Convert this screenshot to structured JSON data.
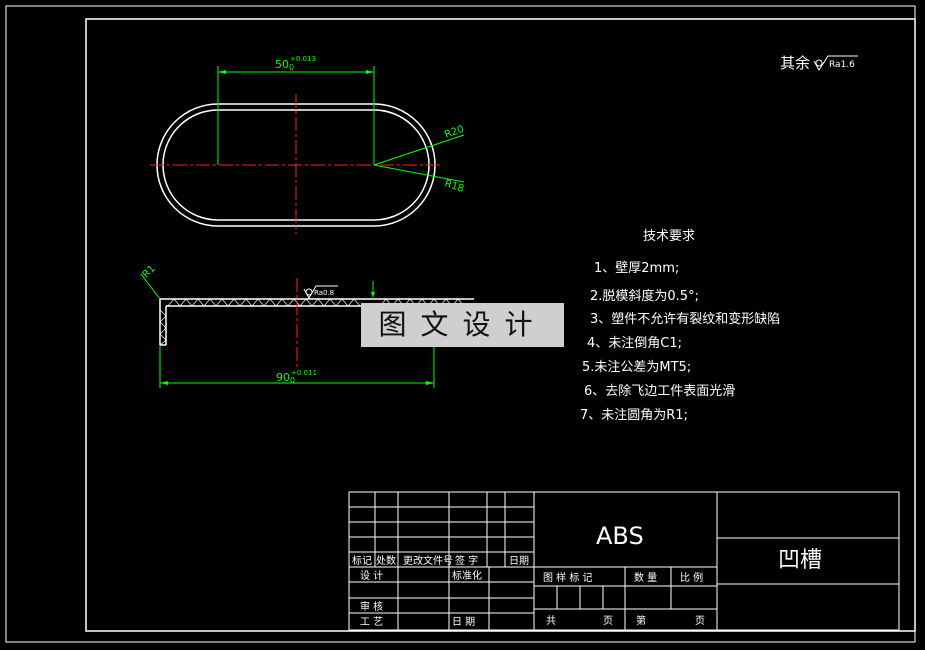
{
  "surface_note": {
    "label": "其余",
    "roughness": "Ra1.6"
  },
  "top_view": {
    "dim_length": "50",
    "dim_length_sub": "0",
    "dim_length_tol": "+0.013",
    "r_outer": "R20",
    "r_inner": "R18"
  },
  "side_view": {
    "corner_radius": "R1",
    "roughness": "Ra0.8",
    "dim_length": "90",
    "dim_length_sub": "0",
    "dim_length_tol": "+0.011"
  },
  "watermark": "图文设计",
  "requirements": {
    "title": "技术要求",
    "items": [
      "1、壁厚2mm;",
      "2.脱模斜度为0.5°;",
      "3、塑件不允许有裂纹和变形缺陷",
      "4、未注倒角C1;",
      "5.未注公差为MT5;",
      "6、去除飞边工件表面光滑",
      "7、未注圆角为R1;"
    ]
  },
  "title_block": {
    "material": "ABS",
    "part_name": "凹槽",
    "rev_headers": [
      "标记",
      "处数",
      "更改文件号",
      "签 字",
      "日期"
    ],
    "design": "设 计",
    "standardize": "标准化",
    "review": "审 核",
    "process": "工 艺",
    "date": "日 期",
    "stage_mark": "图 样 标 记",
    "weight": "数 量",
    "scale": "比 例",
    "total": "共",
    "sheet": "页",
    "sheet_no": "第",
    "sheet_end": "页"
  }
}
